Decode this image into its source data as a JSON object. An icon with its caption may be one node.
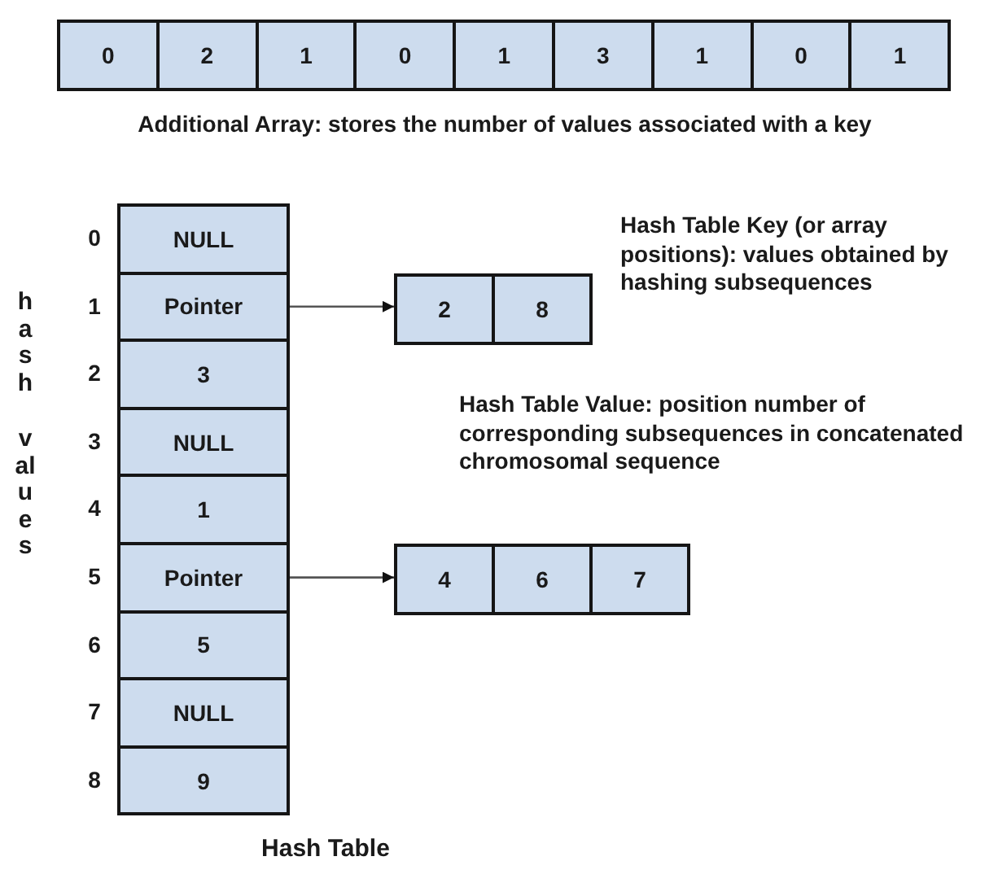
{
  "diagram": {
    "title": "Hash Table",
    "nodes": [
      {
        "text": [
          "0"
        ]
      },
      {
        "text": [
          "2"
        ]
      },
      {
        "text": [
          "1"
        ]
      },
      {
        "text": [
          "0"
        ]
      },
      {
        "text": [
          "1"
        ]
      },
      {
        "text": [
          "3"
        ]
      },
      {
        "text": [
          "1"
        ]
      },
      {
        "text": [
          "0"
        ]
      },
      {
        "text": [
          "1"
        ]
      },
      {
        "text": [
          "NULL"
        ]
      },
      {
        "text": [
          "Pointer"
        ]
      },
      {
        "text": [
          "3"
        ]
      },
      {
        "text": [
          "NULL"
        ]
      },
      {
        "text": [
          "1"
        ]
      },
      {
        "text": [
          "Pointer"
        ]
      },
      {
        "text": [
          "5"
        ]
      },
      {
        "text": [
          "NULL"
        ]
      },
      {
        "text": [
          "9"
        ]
      },
      {
        "text": [
          "2"
        ]
      },
      {
        "text": [
          "8"
        ]
      },
      {
        "text": [
          "4"
        ]
      },
      {
        "text": [
          "6"
        ]
      },
      {
        "text": [
          "7"
        ]
      }
    ],
    "edges": [
      {
        "from": 10,
        "to": 18,
        "arrow": "to"
      },
      {
        "from": 14,
        "to": 20,
        "arrow": "to"
      }
    ],
    "labels": [
      "Additional Array: stores the number of values associated with a key",
      "hash",
      "values",
      "0",
      "1",
      "2",
      "3",
      "4",
      "5",
      "6",
      "7",
      "8",
      "Hash Table Key (or array positions): values obtained by hashing subsequences",
      "Hash Table Value: position number of corresponding subsequences in concatenated chromosomal sequence"
    ]
  }
}
